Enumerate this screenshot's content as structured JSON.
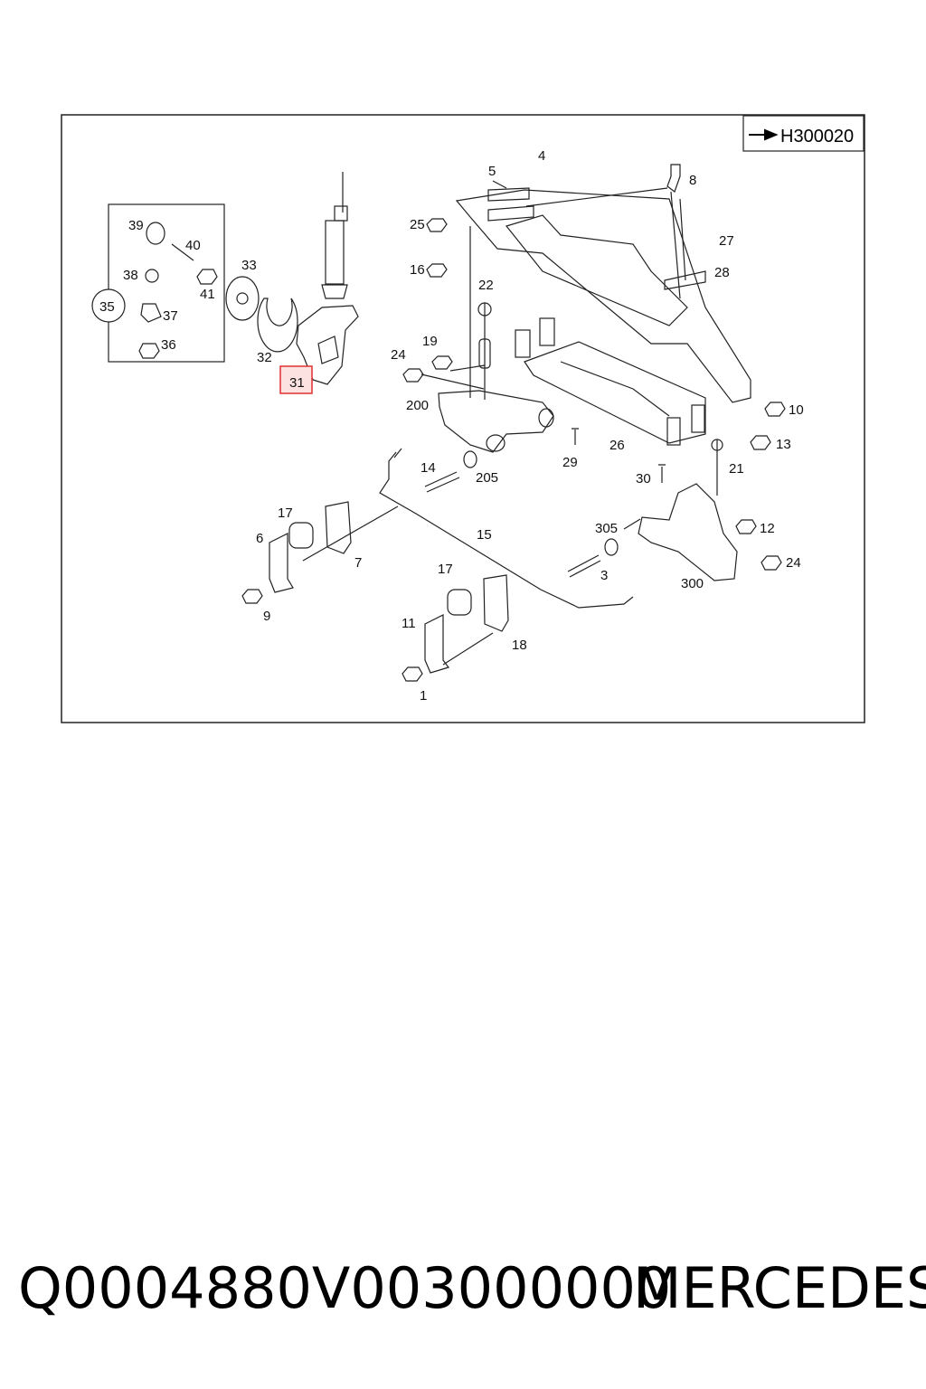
{
  "diagram": {
    "reference": "H300020",
    "highlighted_part": "31",
    "part_numbers": [
      "1",
      "3",
      "4",
      "5",
      "6",
      "7",
      "8",
      "9",
      "10",
      "11",
      "12",
      "13",
      "14",
      "15",
      "16",
      "17",
      "17",
      "18",
      "19",
      "21",
      "22",
      "24",
      "24",
      "25",
      "26",
      "27",
      "28",
      "29",
      "30",
      "31",
      "32",
      "33",
      "35",
      "36",
      "37",
      "38",
      "39",
      "40",
      "41",
      "200",
      "205",
      "300",
      "305"
    ]
  },
  "footer": {
    "part_code": "Q0004880V003000000",
    "brand": "MERCEDES"
  }
}
